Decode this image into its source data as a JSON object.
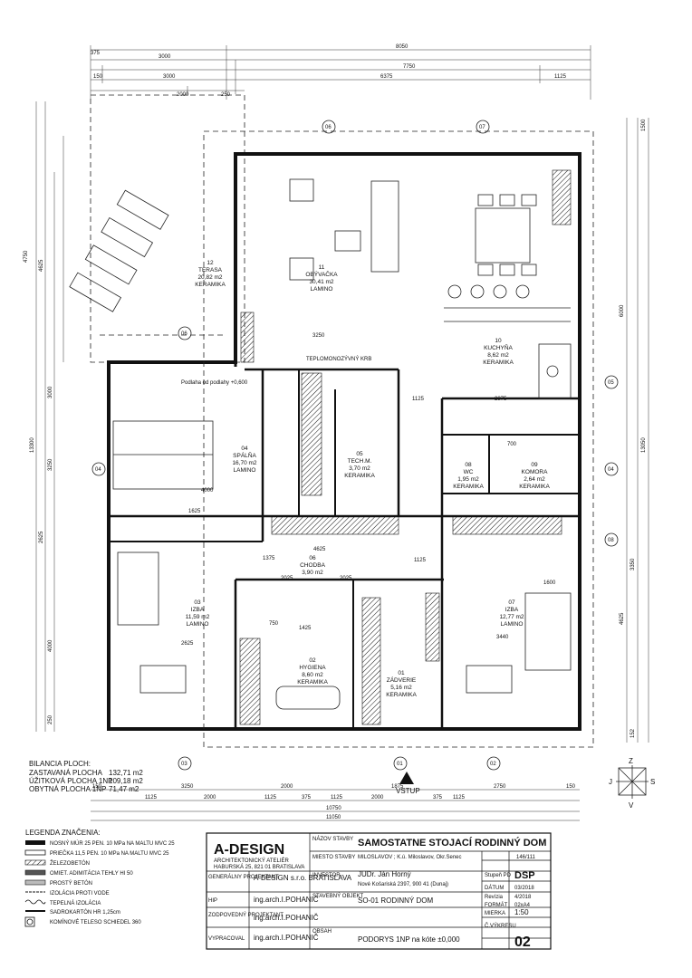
{
  "rooms": [
    {
      "no": "11",
      "name": "OBÝVAČKA",
      "area": "30,41 m2",
      "floor": "LAMINO"
    },
    {
      "no": "10",
      "name": "KUCHYŇA",
      "area": "8,62 m2",
      "floor": "KERAMIKA"
    },
    {
      "no": "12",
      "name": "TERASA",
      "area": "20,82 m2",
      "floor": "KERAMIKA"
    },
    {
      "no": "04",
      "name": "SPÁLŇA",
      "area": "16,70 m2",
      "floor": "LAMINO"
    },
    {
      "no": "05",
      "name": "TECH.M.",
      "area": "3,70 m2",
      "floor": "KERAMIKA"
    },
    {
      "no": "08",
      "name": "WC",
      "area": "1,95 m2",
      "floor": "KERAMIKA"
    },
    {
      "no": "09",
      "name": "KOMORA",
      "area": "2,64 m2",
      "floor": "KERAMIKA"
    },
    {
      "no": "06",
      "name": "CHODBA",
      "area": "3,90 m2",
      "floor": ""
    },
    {
      "no": "03",
      "name": "IZBA",
      "area": "11,59 m2",
      "floor": "LAMINO"
    },
    {
      "no": "02",
      "name": "HYGIENA",
      "area": "8,60 m2",
      "floor": "KERAMIKA"
    },
    {
      "no": "01",
      "name": "ZÁDVERIE",
      "area": "5,16 m2",
      "floor": "KERAMIKA"
    },
    {
      "no": "07",
      "name": "IZBA",
      "area": "12,77 m2",
      "floor": "LAMINO"
    }
  ],
  "top_dims": {
    "overall": "8050",
    "row2": [
      "3000",
      "7750"
    ],
    "row3": [
      "150",
      "3000",
      "6375",
      "1125"
    ],
    "row4": [
      "2000",
      "250"
    ],
    "left_small": "375"
  },
  "bottom_dims": {
    "row1": [
      "150",
      "3250",
      "2000",
      "1875",
      "2750",
      "150"
    ],
    "row2": [
      "1125",
      "2000",
      "1125",
      "375",
      "1125",
      "2000",
      "1125",
      "375"
    ],
    "overall1": "10750",
    "overall2": "11050"
  },
  "left_dims": [
    "4750",
    "4625",
    "13300",
    "3000",
    "3250",
    "2625",
    "4000",
    "250"
  ],
  "right_dims": [
    "1500",
    "6000",
    "13050",
    "4625",
    "3350",
    "152"
  ],
  "interior_dims": [
    "3250",
    "2875",
    "1125",
    "4000",
    "1625",
    "1375",
    "4625",
    "2025",
    "2025",
    "1125",
    "1425",
    "3440",
    "2625",
    "1600",
    "700",
    "750"
  ],
  "notes": {
    "teplom": "TEPLOMONOZÝVNÝ KRB",
    "podlaha": "Podlaha od podlahy +0,600",
    "entry": "VSTUP",
    "axes": [
      "01",
      "02",
      "03",
      "04",
      "05",
      "06",
      "07",
      "08"
    ],
    "compass": [
      "Z",
      "J",
      "S",
      "V"
    ]
  },
  "bilancia": {
    "title": "BILANCIA PLOCH:",
    "rows": [
      {
        "label": "ZASTAVANÁ PLOCHA",
        "value": "132,71 m2"
      },
      {
        "label": "ÚŽITKOVÁ PLOCHA 1NP",
        "value": "109,18 m2"
      },
      {
        "label": "OBYTNÁ PLOCHA 1NP",
        "value": "71,47 m2"
      }
    ]
  },
  "legend": {
    "title": "LEGENDA ZNAČENIA:",
    "items": [
      "NOSNÝ MÚR 25 PEN. 10 MPa NA MALTU MVC 25",
      "PRIEČKA 11,5 PEN. 10 MPa NA MALTU MVC 25",
      "ŽELEZOBETÓN",
      "OMIET. ADIMITÁCIA TEHLY HI 50",
      "PROSTÝ BETÓN",
      "IZOLÁCIA PROTI VODE",
      "TEPELNÁ IZOLÁCIA",
      "SADROKARTÓN HR 1,25cm",
      "KOMÍNOVÉ TELESO SCHIEDEL 360"
    ]
  },
  "title_block": {
    "logo": "A-DESIGN",
    "logo_sub": "ARCHITEKTONICKÝ ATELIÉR",
    "logo_addr": "HABURSKÁ 25, 821 01 BRATISLAVA",
    "stavba_label": "NÁZOV STAVBY",
    "stavba": "SAMOSTATNE STOJACÍ RODINNÝ DOM",
    "miesto_label": "MIESTO STAVBY",
    "miesto": "MILOSLAVOV ; K.ú. Miloslavov, Okr.Senec",
    "parc": "146/111",
    "gen_label": "GENERÁLNY PROJEKTANT",
    "gen": "A-DESIGN s.r.o. BRATISLAVA",
    "investor_label": "INVESTOR",
    "investor": "JUDr. Ján Horný",
    "investor_addr": "Nové Košariská 2397, 900 41 (Dunaj)",
    "stupen_label": "Stupeň PD",
    "stupen": "DSP",
    "hip_label": "HIP",
    "hip": "ing.arch.I.POHANIČ",
    "objekt_label": "STAVEBNÝ OBJEKT",
    "objekt": "SO-01 RODINNÝ DOM",
    "datum_label": "DÁTUM",
    "datum": "03/2018",
    "revizia_label": "Revízia",
    "revizia": "4/2018",
    "format_label": "FORMÁT",
    "format": "02xA4",
    "zodp_label": "ZODPOVEDNÝ PROJEKTANT",
    "zodp": "ing.arch.I.POHANIČ",
    "obsah_label": "OBSAH",
    "obsah": "PODORYS 1NP na kóte ±0,000",
    "mierka_label": "MIERKA",
    "mierka": "1:50",
    "vypracoval_label": "VYPRACOVAL",
    "vypracoval": "ing.arch.I.POHANIČ",
    "cislo_label": "Č.VÝKRESU",
    "cislo": "02"
  }
}
